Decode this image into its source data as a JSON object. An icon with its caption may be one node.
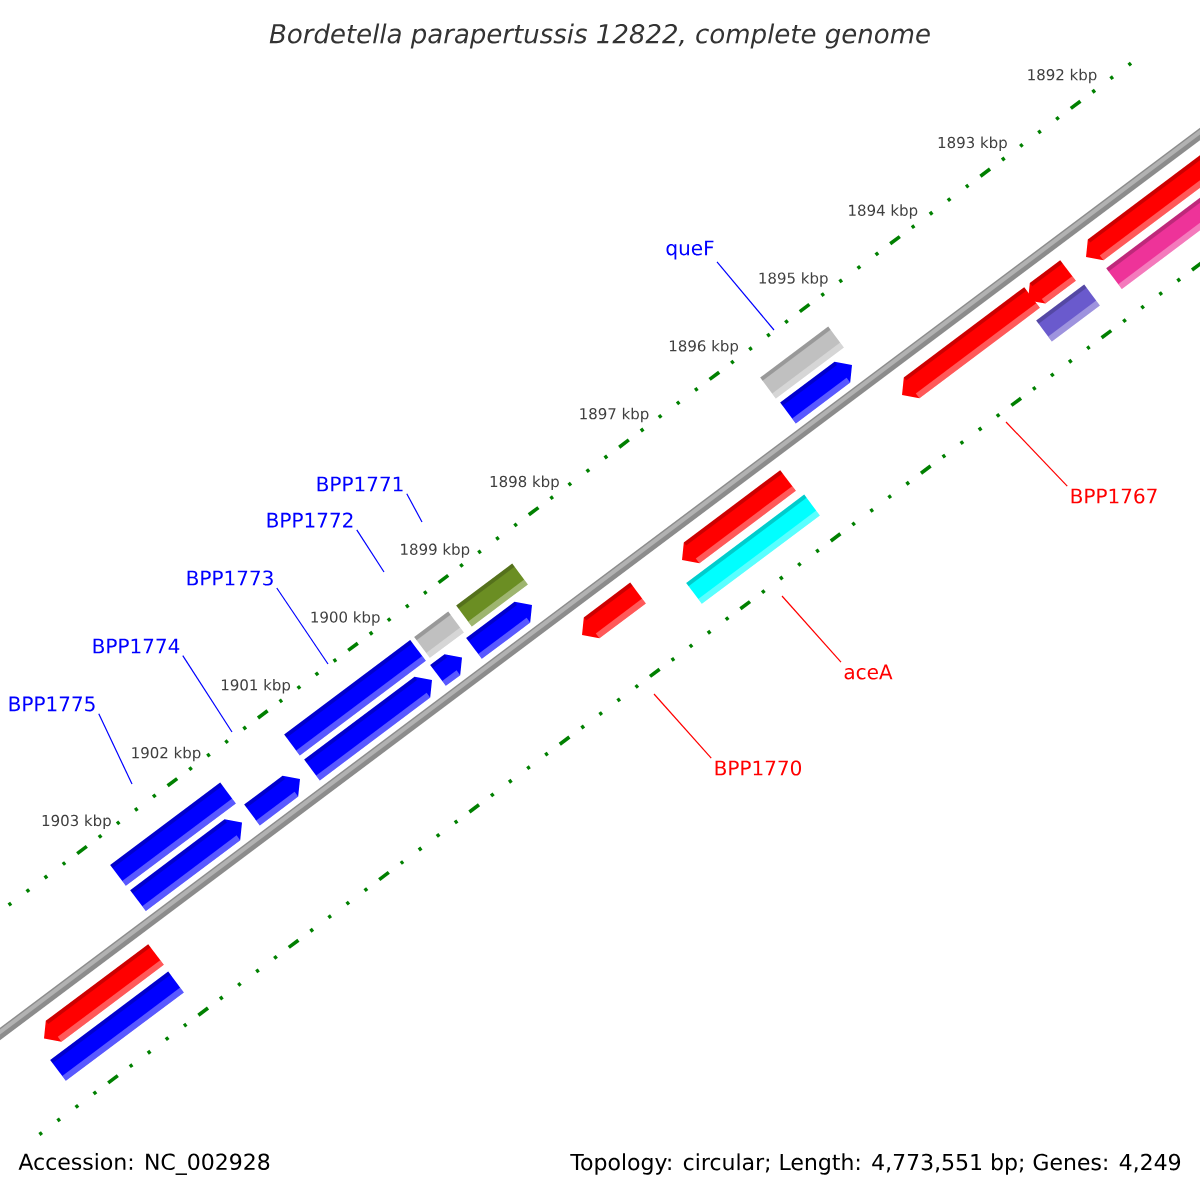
{
  "diagram": {
    "title": "Bordetella parapertussis 12822, complete genome",
    "nodes": [
      {
        "text": [
          "queF"
        ]
      },
      {
        "text": [
          "BPP1771"
        ]
      },
      {
        "text": [
          "BPP1767"
        ]
      },
      {
        "text": [
          "BPP1772"
        ]
      },
      {
        "text": [
          "BPP1773"
        ]
      },
      {
        "text": [
          "BPP1774"
        ]
      },
      {
        "text": [
          "aceA"
        ]
      },
      {
        "text": [
          "BPP1775"
        ]
      },
      {
        "text": [
          "BPP1770"
        ]
      }
    ],
    "edges": [
      {
        "from": 0,
        "to": null,
        "arrow": "none"
      },
      {
        "from": 1,
        "to": null,
        "arrow": "none"
      },
      {
        "from": 2,
        "to": null,
        "arrow": "none",
        "color": "#ff0000"
      },
      {
        "from": 3,
        "to": null,
        "arrow": "none"
      },
      {
        "from": 4,
        "to": null,
        "arrow": "none"
      },
      {
        "from": 5,
        "to": null,
        "arrow": "none"
      },
      {
        "from": 6,
        "to": null,
        "arrow": "none",
        "color": "#ff0000"
      },
      {
        "from": 7,
        "to": null,
        "arrow": "none"
      },
      {
        "from": 8,
        "to": null,
        "arrow": "none",
        "color": "#ff0000"
      }
    ],
    "labels": [
      "1892 kbp",
      "1893 kbp",
      "1894 kbp",
      "1895 kbp",
      "1896 kbp",
      "1897 kbp",
      "1898 kbp",
      "1899 kbp",
      "1900 kbp",
      "1901 kbp",
      "1902 kbp",
      "1903 kbp",
      "Accession: NC_002928",
      "Topology: circular; Length: 4,773,551 bp; Genes: 4,249"
    ]
  }
}
